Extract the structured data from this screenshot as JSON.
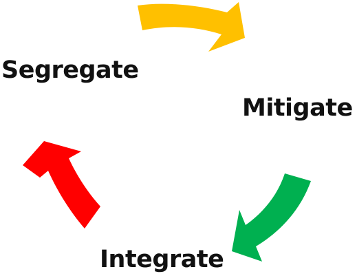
{
  "cycle": {
    "stages": [
      {
        "id": "segregate",
        "label": "Segregate"
      },
      {
        "id": "mitigate",
        "label": "Mitigate"
      },
      {
        "id": "integrate",
        "label": "Integrate"
      }
    ],
    "arrows": [
      {
        "id": "segregate-to-mitigate",
        "color": "#FFC000",
        "icon": "curved-arrow-right-icon"
      },
      {
        "id": "mitigate-to-integrate",
        "color": "#00B050",
        "icon": "curved-arrow-down-left-icon"
      },
      {
        "id": "integrate-to-segregate",
        "color": "#FF0000",
        "icon": "curved-arrow-up-left-icon"
      }
    ]
  }
}
